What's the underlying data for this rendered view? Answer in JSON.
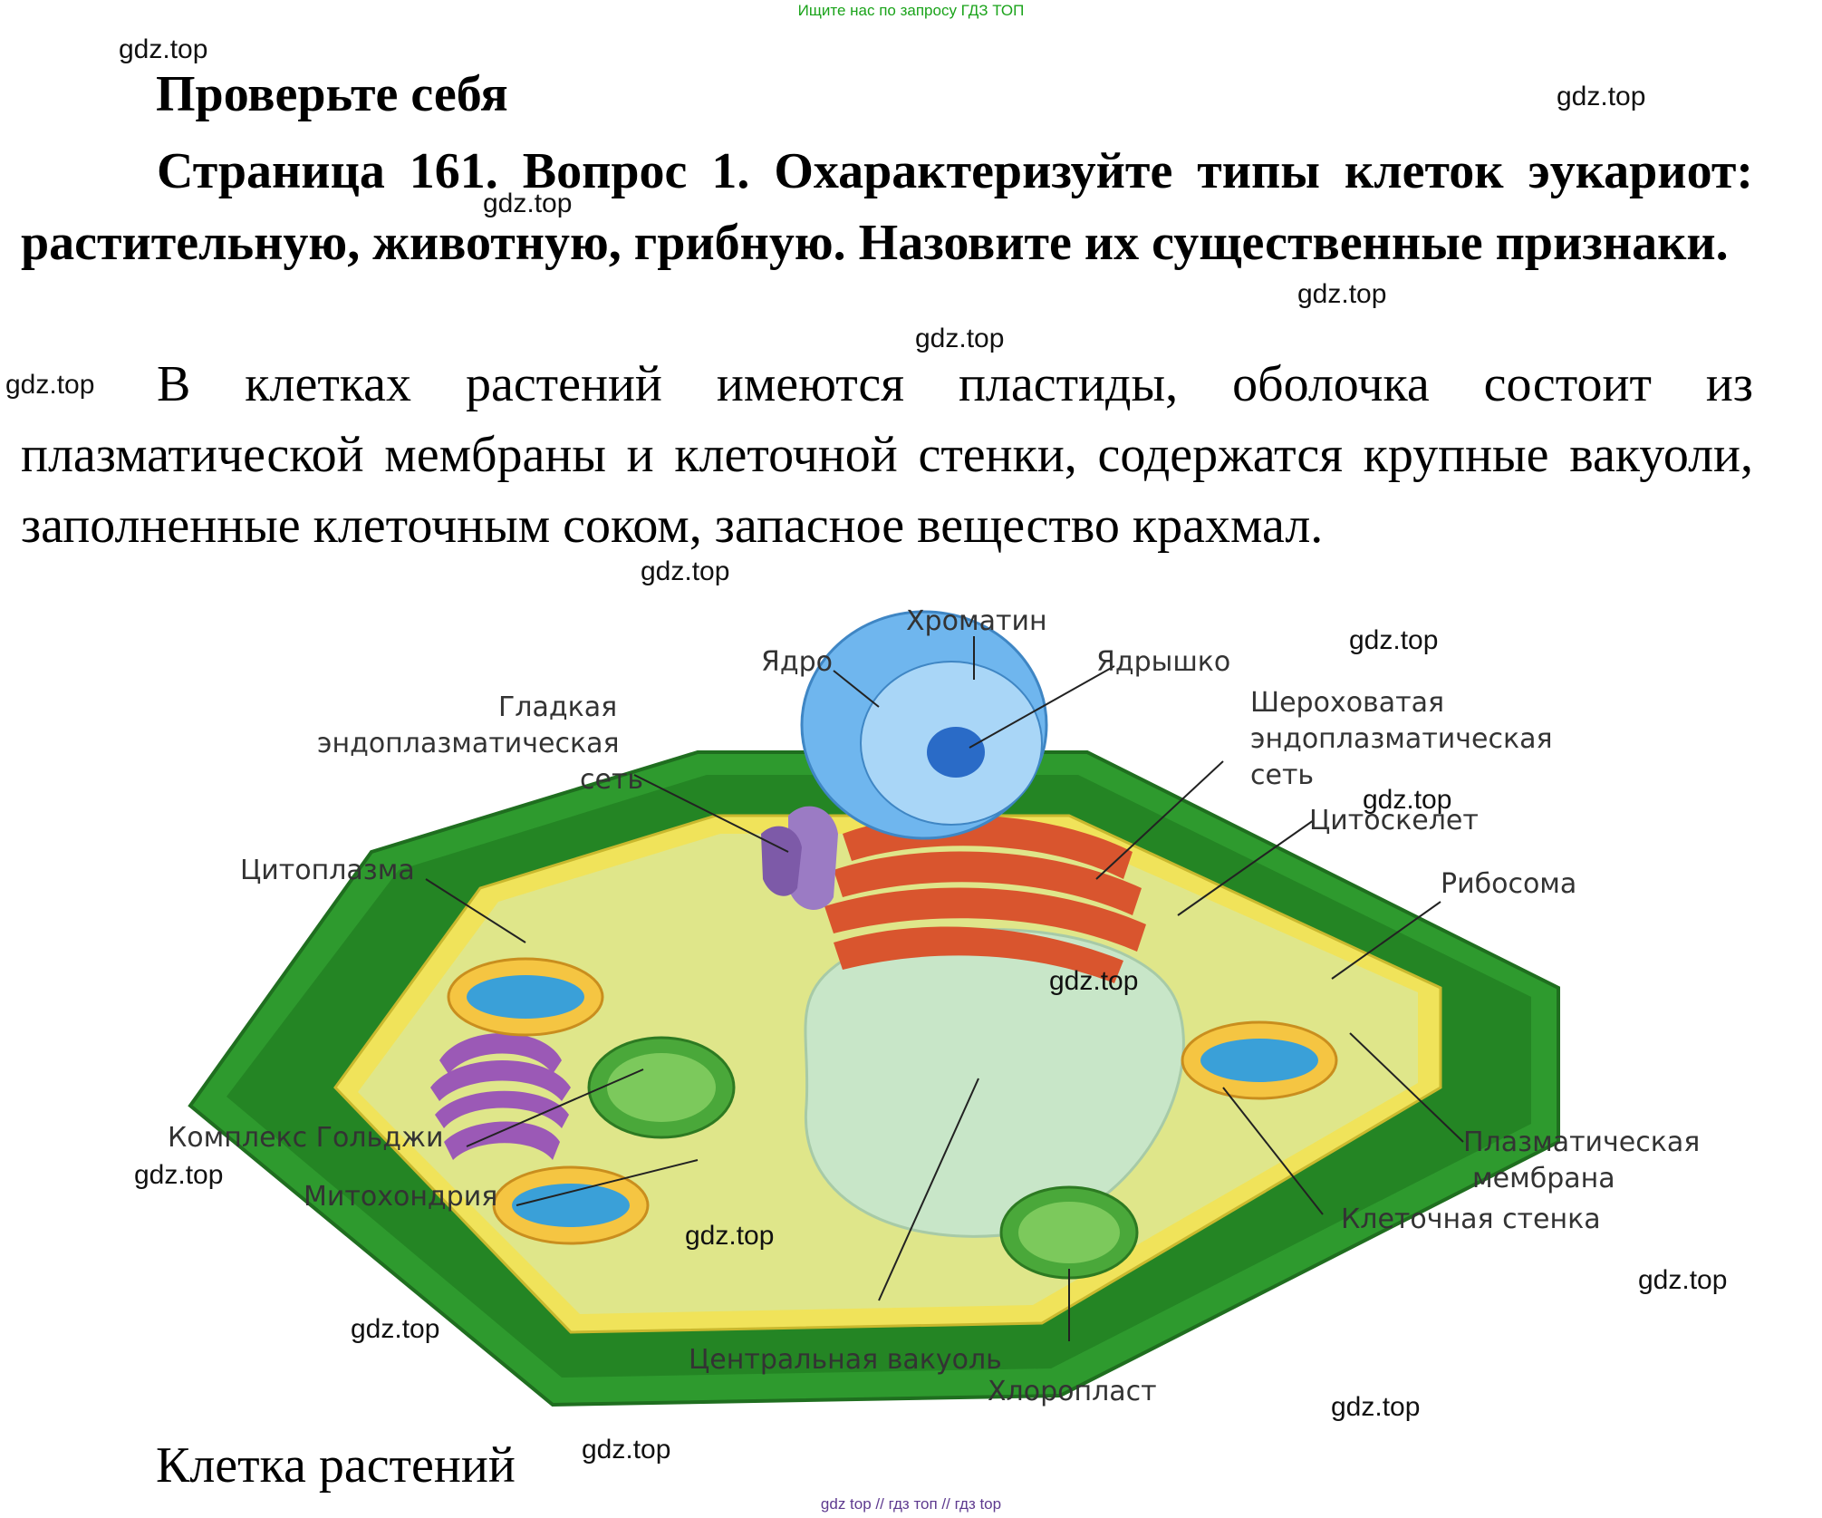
{
  "banner": "Ищите нас по запросу ГДЗ ТОП",
  "heading": "Проверьте себя",
  "question": "Страница 161. Вопрос 1. Охарактеризуйте типы клеток эукариот: растительную, животную, грибную. Назовите их существенные признаки.",
  "answer": "В клетках растений имеются пластиды, оболочка состоит из плазматической мембраны и клеточной стенки, содержатся крупные вакуоли, заполненные клеточным соком, запасное вещество крахмал.",
  "caption": "Клетка растений",
  "watermark": "gdz.top",
  "footer": "gdz top // гдз топ // гдз top",
  "colors": {
    "cell_wall": "#2e9a2e",
    "cytoplasm": "#dfe68a",
    "membrane": "#f0e35a",
    "nucleus": "#6fb6ee",
    "nucleolus": "#2a6bc7",
    "vacuole": "#c8e6c8",
    "rough_er": "#d9552e",
    "golgi": "#9b59b6",
    "mitochondria": "#f5c542",
    "chloroplast": "#4aa83a"
  },
  "diagram": {
    "labels": {
      "chromatin": "Хроматин",
      "nucleus": "Ядро",
      "nucleolus": "Ядрышко",
      "smooth_er_1": "Гладкая",
      "smooth_er_2": "эндоплазматическая",
      "smooth_er_3": "сеть",
      "rough_er_1": "Шероховатая",
      "rough_er_2": "эндоплазматическая",
      "rough_er_3": "сеть",
      "cytoskeleton": "Цитоскелет",
      "cytoplasm": "Цитоплазма",
      "ribosome": "Рибосома",
      "golgi": "Комплекс Гольджи",
      "mitochondrion": "Митохондрия",
      "plasma_membrane_1": "Плазматическая",
      "plasma_membrane_2": "мембрана",
      "cell_wall": "Клеточная стенка",
      "central_vacuole": "Центральная вакуоль",
      "chloroplast": "Хлоропласт"
    }
  }
}
